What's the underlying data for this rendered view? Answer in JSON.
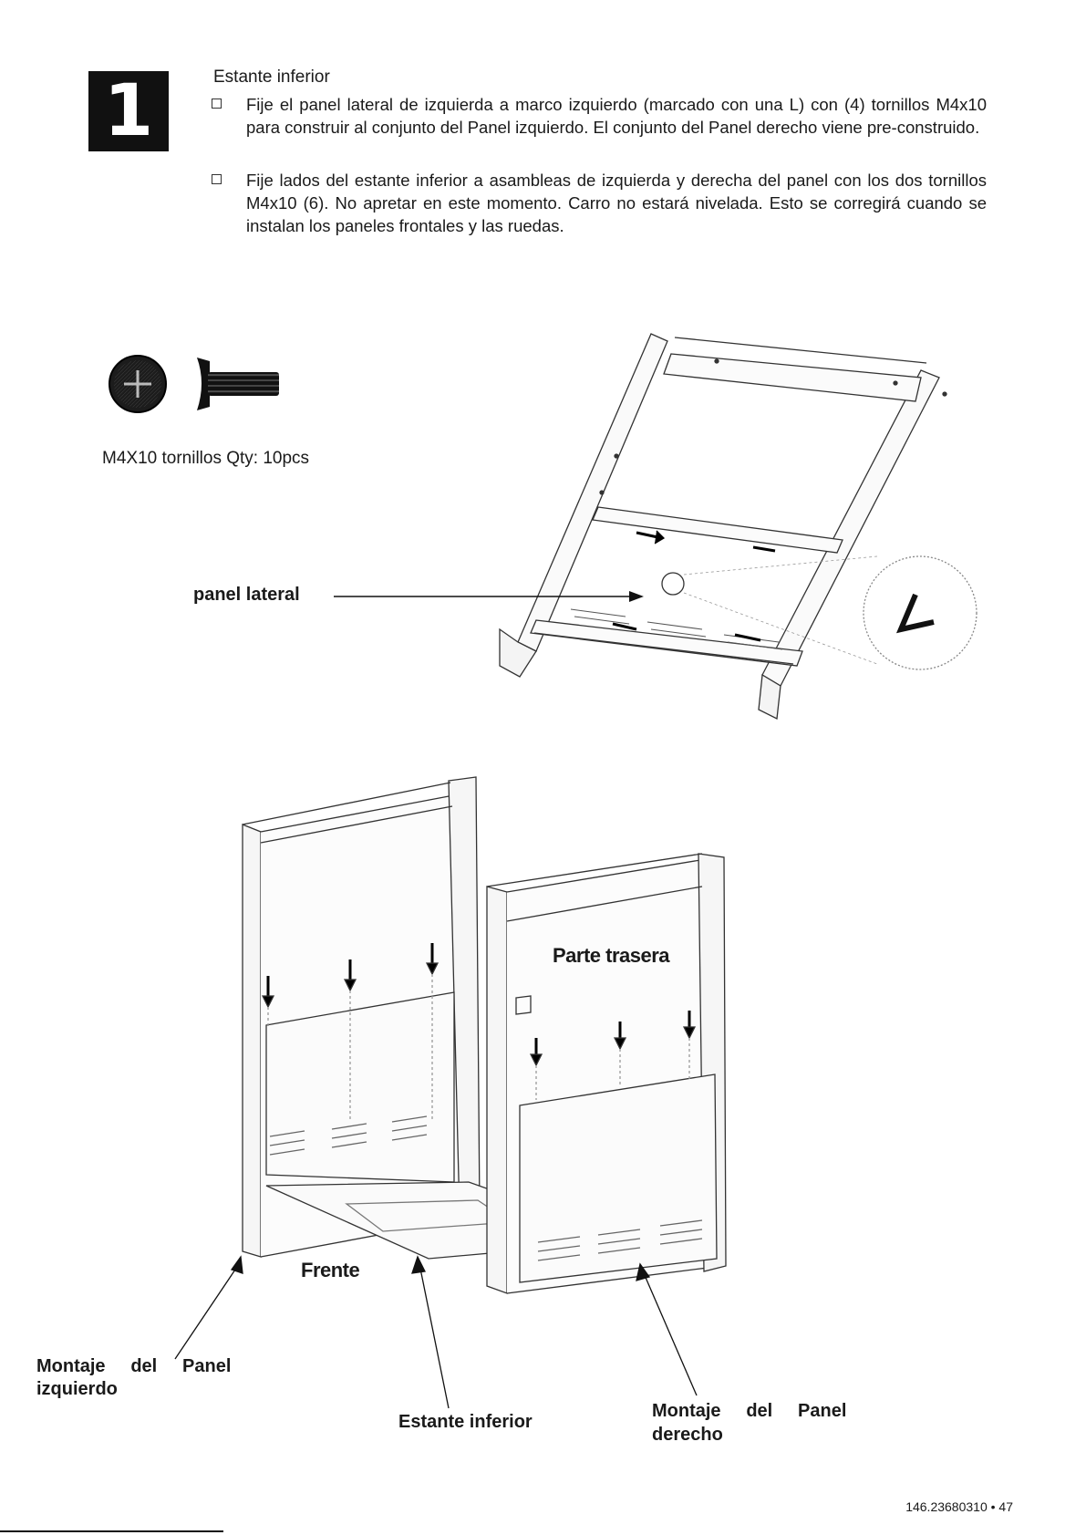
{
  "step": {
    "number": "1",
    "title": "Estante inferior",
    "instructions": [
      "Fije el panel lateral de izquierda a marco izquierdo (marcado con una L) con (4) tornillos M4x10 para construir al conjunto del Panel izquierdo. El conjunto del Panel derecho viene pre-construido.",
      "Fije lados del estante inferior a asambleas de izquierda y derecha del panel con los dos tornillos M4x10 (6). No apretar en este momento. Carro no estará nivelada. Esto se corregirá cuando se instalan los paneles frontales y las ruedas."
    ]
  },
  "hardware": {
    "caption": "M4X10 tornillos Qty: 10pcs"
  },
  "diagram1": {
    "side_panel_label": "panel lateral",
    "callout_letter": "L"
  },
  "diagram2": {
    "rear_label": "Parte trasera",
    "front_label": "Frente",
    "left_assembly_line1": "Montaje     del     Panel",
    "left_assembly_line2": "izquierdo",
    "bottom_shelf_label": "Estante inferior",
    "right_assembly_line1": "Montaje     del     Panel",
    "right_assembly_line2": "derecho"
  },
  "footer": {
    "page_ref": "146.23680310 • 47"
  }
}
